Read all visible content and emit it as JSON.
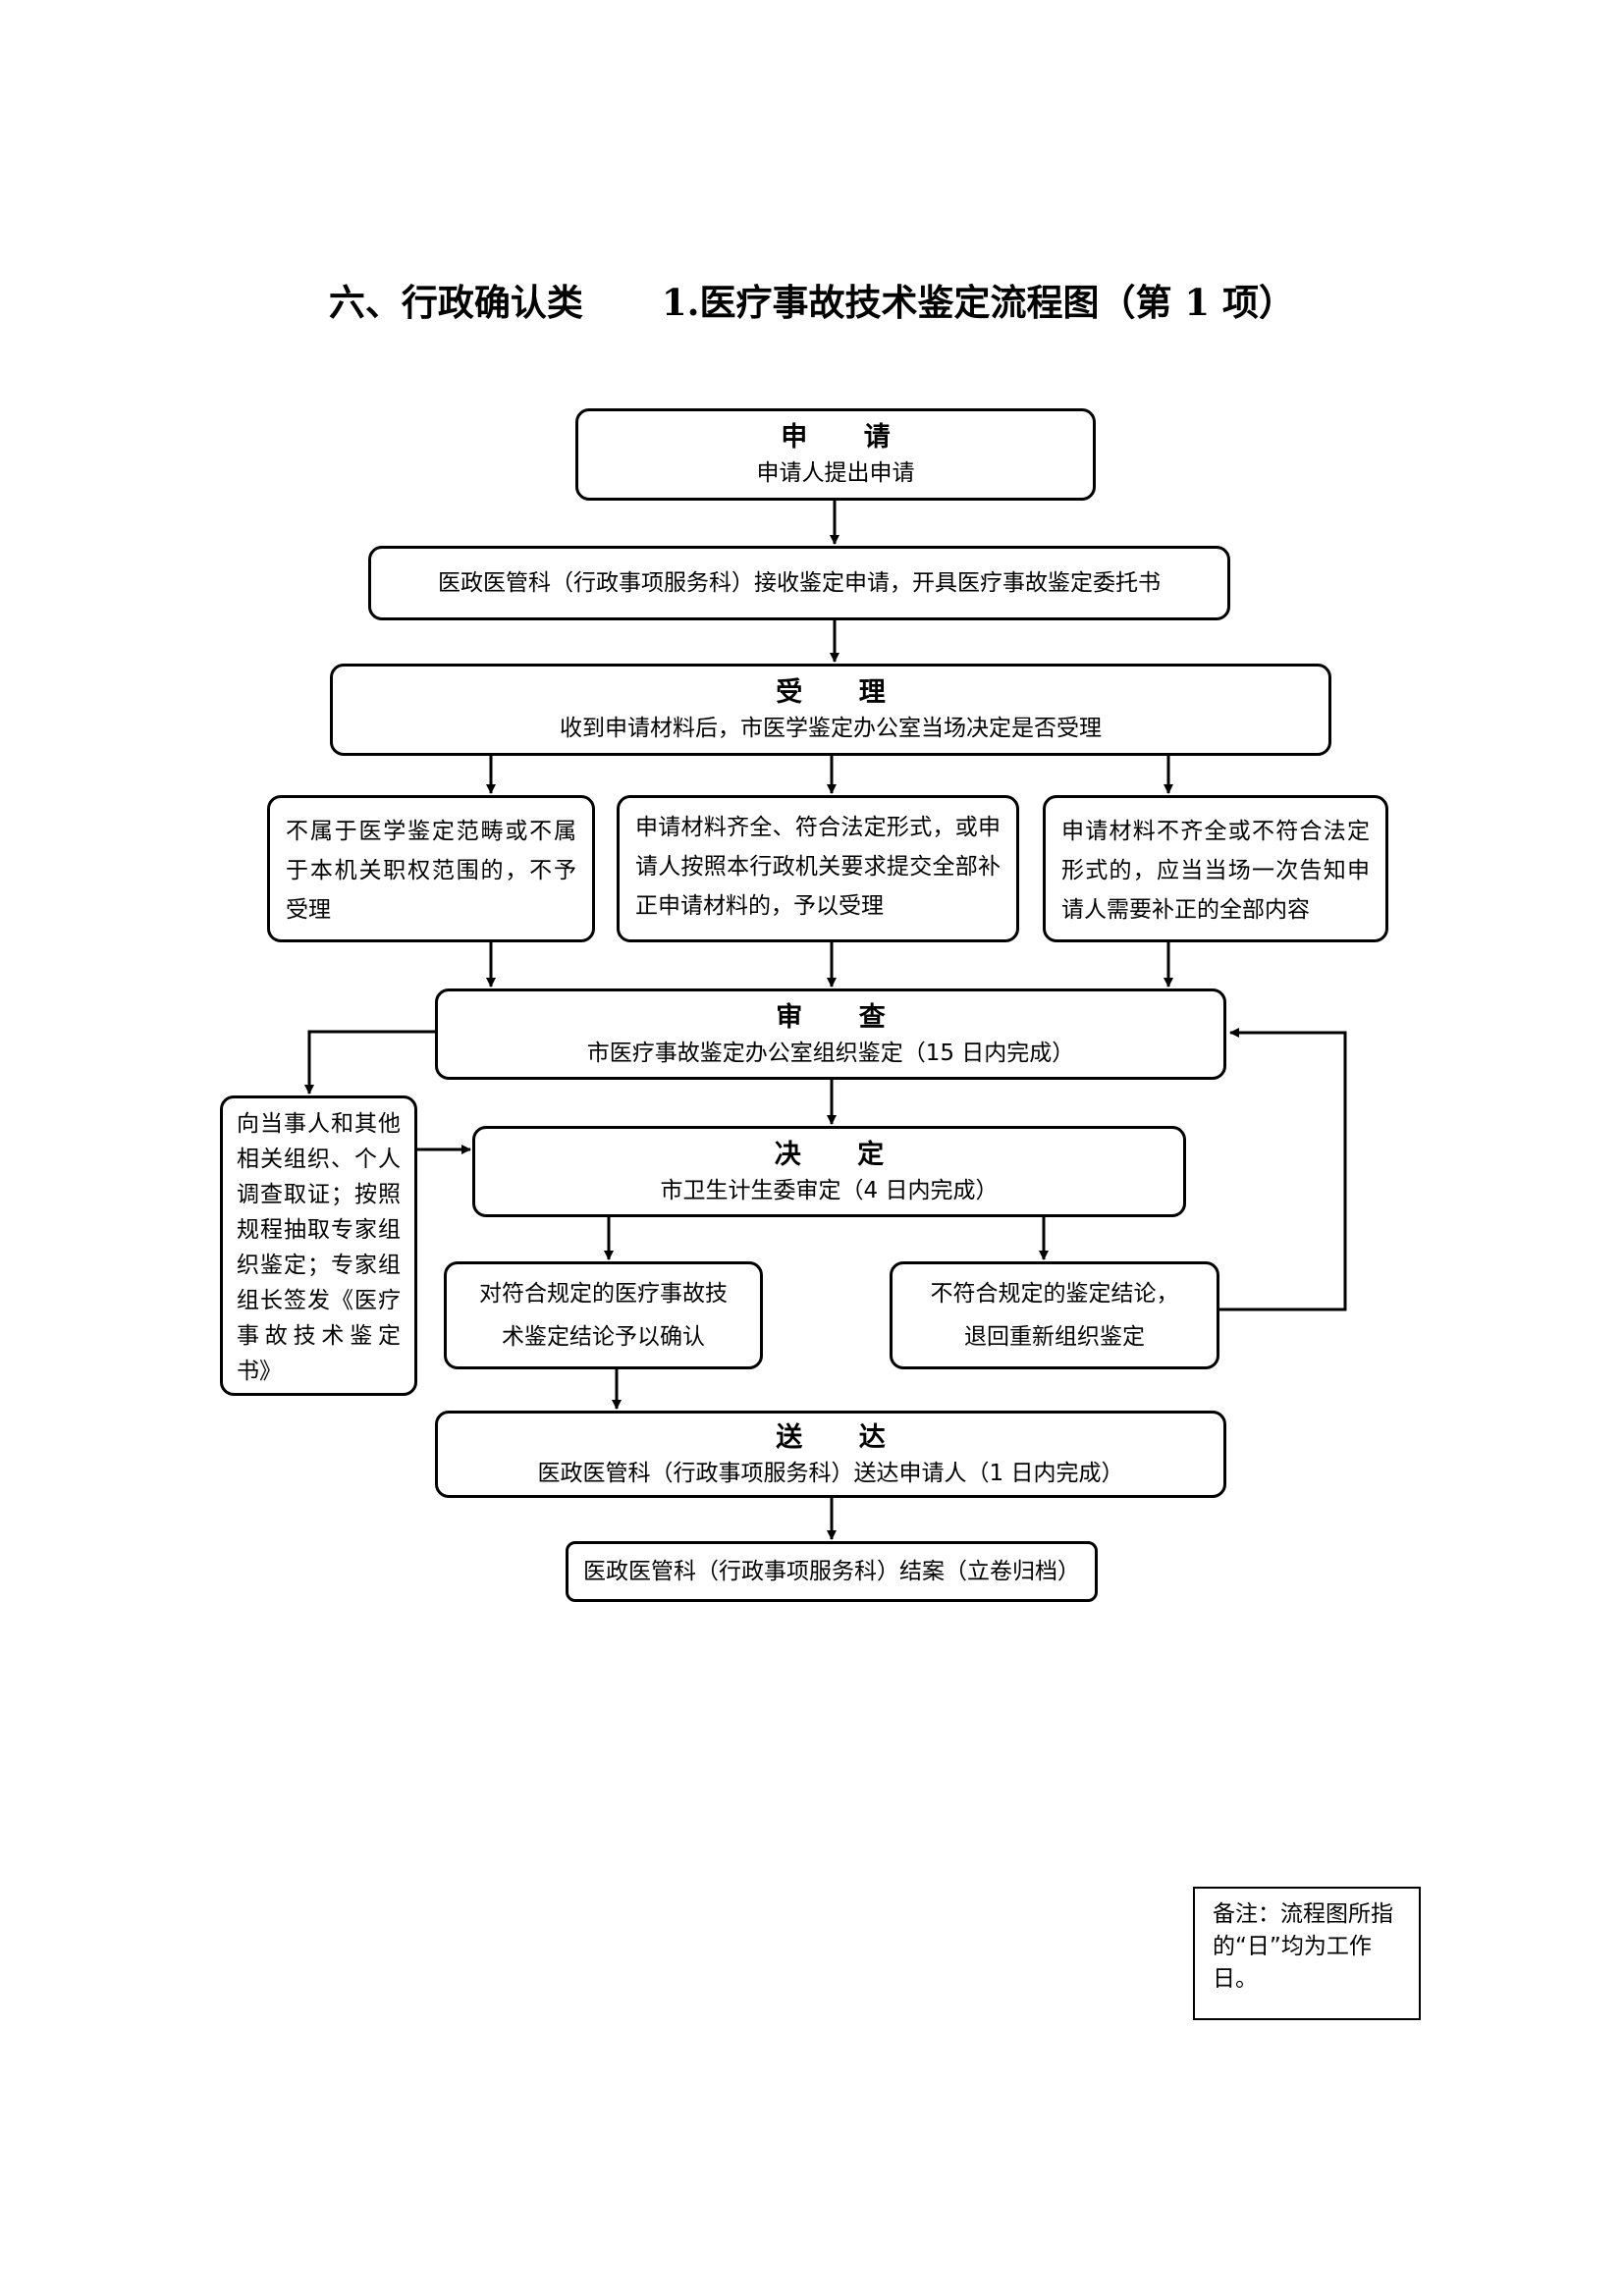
{
  "title": {
    "section": "六、行政确认类",
    "item": "1.医疗事故技术鉴定流程图（第 1 项）"
  },
  "nodes": {
    "apply": {
      "heading": "申 请",
      "text": "申请人提出申请"
    },
    "receive": {
      "text": "医政医管科（行政事项服务科）接收鉴定申请，开具医疗事故鉴定委托书"
    },
    "accept": {
      "heading": "受 理",
      "text": "收到申请材料后，市医学鉴定办公室当场决定是否受理"
    },
    "reject": {
      "text": "不属于医学鉴定范畴或不属于本机关职权范围的，不予受理"
    },
    "accepted": {
      "text": "申请材料齐全、符合法定形式，或申请人按照本行政机关要求提交全部补正申请材料的，予以受理"
    },
    "supplement": {
      "text": "申请材料不齐全或不符合法定形式的，应当当场一次告知申请人需要补正的全部内容"
    },
    "review": {
      "heading": "审 查",
      "text": "市医疗事故鉴定办公室组织鉴定（15 日内完成）"
    },
    "investigate": {
      "text": "向当事人和其他相关组织、个人调查取证；按照规程抽取专家组织鉴定；专家组组长签发《医疗事故技术鉴定书》"
    },
    "decision": {
      "heading": "决 定",
      "text": "市卫生计生委审定（4 日内完成）"
    },
    "confirm": {
      "line1": "对符合规定的医疗事故技",
      "line2": "术鉴定结论予以确认"
    },
    "return": {
      "line1": "不符合规定的鉴定结论，",
      "line2": "退回重新组织鉴定"
    },
    "deliver": {
      "heading": "送 达",
      "text": "医政医管科（行政事项服务科）送达申请人（1 日内完成）"
    },
    "close": {
      "text": "医政医管科（行政事项服务科）结案（立卷归档）"
    }
  },
  "note": {
    "text": "备注：流程图所指的“日”均为工作日。"
  }
}
